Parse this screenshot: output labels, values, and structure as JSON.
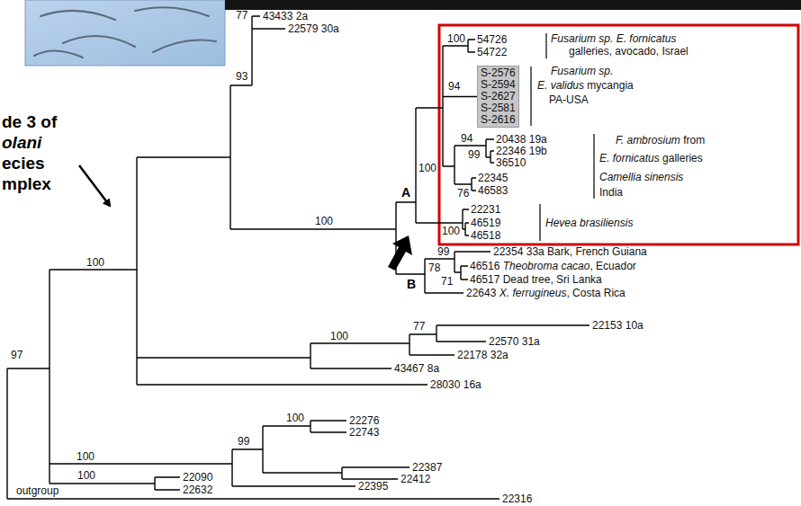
{
  "diagram": {
    "nodes": [
      {
        "text": [
          "S-2576",
          "S-2594",
          "S-2627",
          "S-2581",
          "S-2616"
        ]
      }
    ],
    "labels": [
      "77",
      "43433 2a",
      "22579 30a",
      "de 3 of",
      "olani",
      "ecies",
      "mplex",
      "93",
      "100",
      "54726",
      "54722",
      "Fusarium sp. E. fornicatus",
      "galleries, avocado, Israel",
      "94",
      "Fusarium sp.",
      "E. validus mycangia",
      "PA-USA",
      "94",
      "20438 19a",
      "F. ambrosium from",
      "99",
      "22346 19b",
      "36510",
      "E. fornicatus galleries",
      "100",
      "22345",
      "Camellia sinensis",
      "A",
      "76",
      "46583",
      "India",
      "22231",
      "100",
      "46519",
      "Hevea brasiliensis",
      "100",
      "46518",
      "99",
      "22354 33a Bark, French Guiana",
      "100",
      "78",
      "46516 Theobroma cacao, Ecuador",
      "B",
      "71",
      "46517 Dead tree, Sri Lanka",
      "22643 X. ferrugineus, Costa Rica",
      "77",
      "22153 10a",
      "100",
      "22570 31a",
      "22178 32a",
      "43467 8a",
      "28030 16a",
      "97",
      "100",
      "22276",
      "22743",
      "99",
      "100",
      "22387",
      "22412",
      "100",
      "22090",
      "22395",
      "outgroup",
      "22632",
      "22316"
    ]
  }
}
